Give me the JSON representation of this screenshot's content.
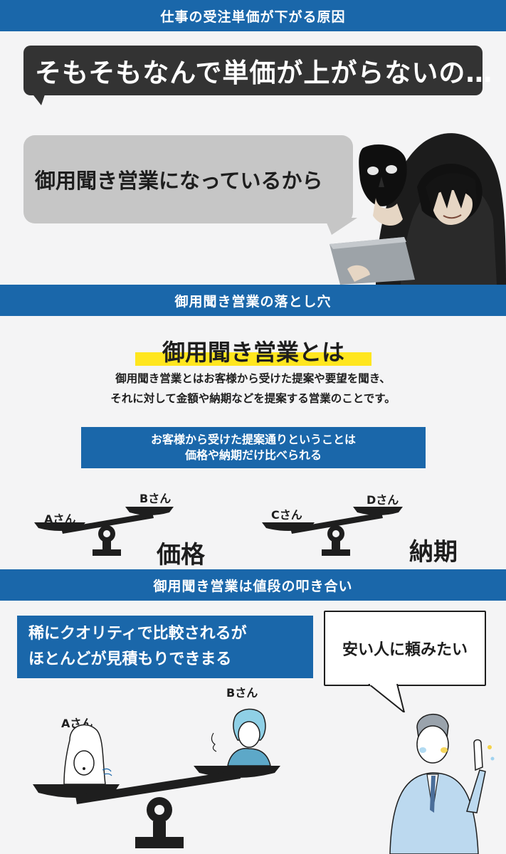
{
  "sections": {
    "s1": "仕事の受注単価が下がる原因",
    "s2": "御用聞き営業の落とし穴",
    "s3": "御用聞き営業は値段の叩き合い"
  },
  "bubbles": {
    "question": "そもそもなんで単価が上がらないの…",
    "answer": "御用聞き営業になっているから"
  },
  "definition": {
    "title": "御用聞き営業とは",
    "line1": "御用聞き営業とはお客様から受けた提案や要望を聞き、",
    "line2": "それに対して金額や納期などを提案する営業のことです。"
  },
  "note": {
    "line1": "お客様から受けた提案通りということは",
    "line2": "価格や納期だけ比べられる"
  },
  "compare": {
    "left": {
      "a": "Aさん",
      "b": "Bさん",
      "word": "価格"
    },
    "right": {
      "a": "Cさん",
      "b": "Dさん",
      "word": "納期"
    }
  },
  "bottom": {
    "quote_line1": "稀にクオリティで比較されるが",
    "quote_line2": "ほとんどが見積もりできまる",
    "speech": "安い人に頼みたい",
    "person_a": "Aさん",
    "person_b": "Bさん"
  },
  "colors": {
    "band": "#1a67aa",
    "highlight": "#ffe61e",
    "dark": "#333333"
  }
}
